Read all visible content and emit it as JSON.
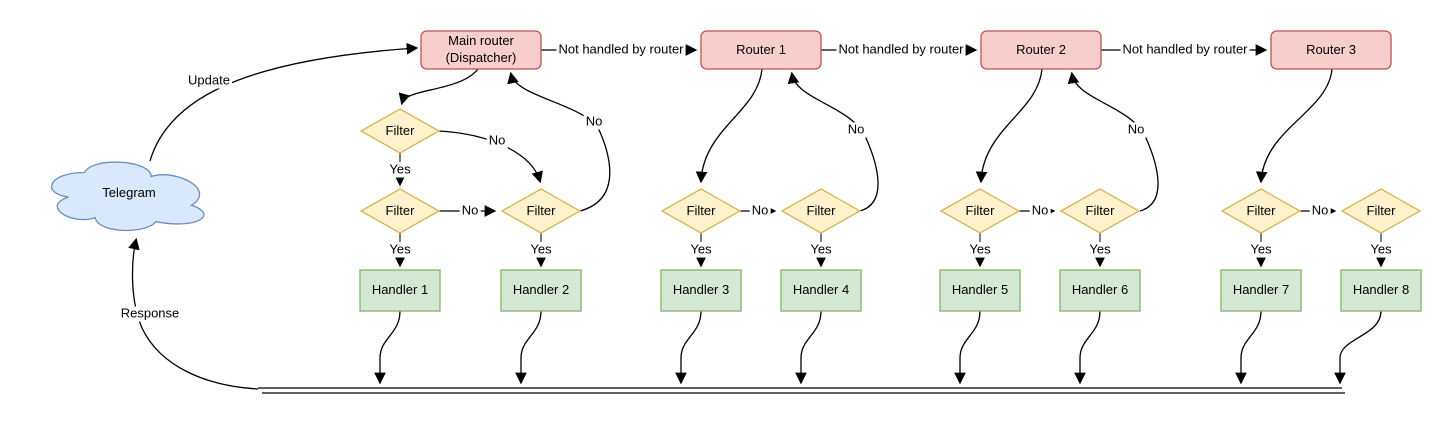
{
  "labels": {
    "update": "Update",
    "response": "Response",
    "not_handled": "Not handled by router",
    "yes": "Yes",
    "no": "No"
  },
  "nodes": {
    "cloud": "Telegram",
    "routers": [
      {
        "line1": "Main router",
        "line2": "(Dispatcher)"
      },
      {
        "line1": "Router 1",
        "line2": ""
      },
      {
        "line1": "Router 2",
        "line2": ""
      },
      {
        "line1": "Router 3",
        "line2": ""
      }
    ],
    "filters": [
      "Filter",
      "Filter",
      "Filter",
      "Filter",
      "Filter",
      "Filter",
      "Filter",
      "Filter",
      "Filter"
    ],
    "handlers": [
      "Handler 1",
      "Handler 2",
      "Handler 3",
      "Handler 4",
      "Handler 5",
      "Handler 6",
      "Handler 7",
      "Handler 8"
    ]
  },
  "colors": {
    "router_fill": "#f8cecc",
    "router_stroke": "#b85450",
    "filter_fill": "#fff2cc",
    "filter_stroke": "#d6b656",
    "handler_fill": "#d5e8d4",
    "handler_stroke": "#82b366",
    "cloud_fill": "#dae8fc",
    "cloud_stroke": "#6c8ebf",
    "edge": "#000000",
    "edge_stub": "#616161"
  }
}
